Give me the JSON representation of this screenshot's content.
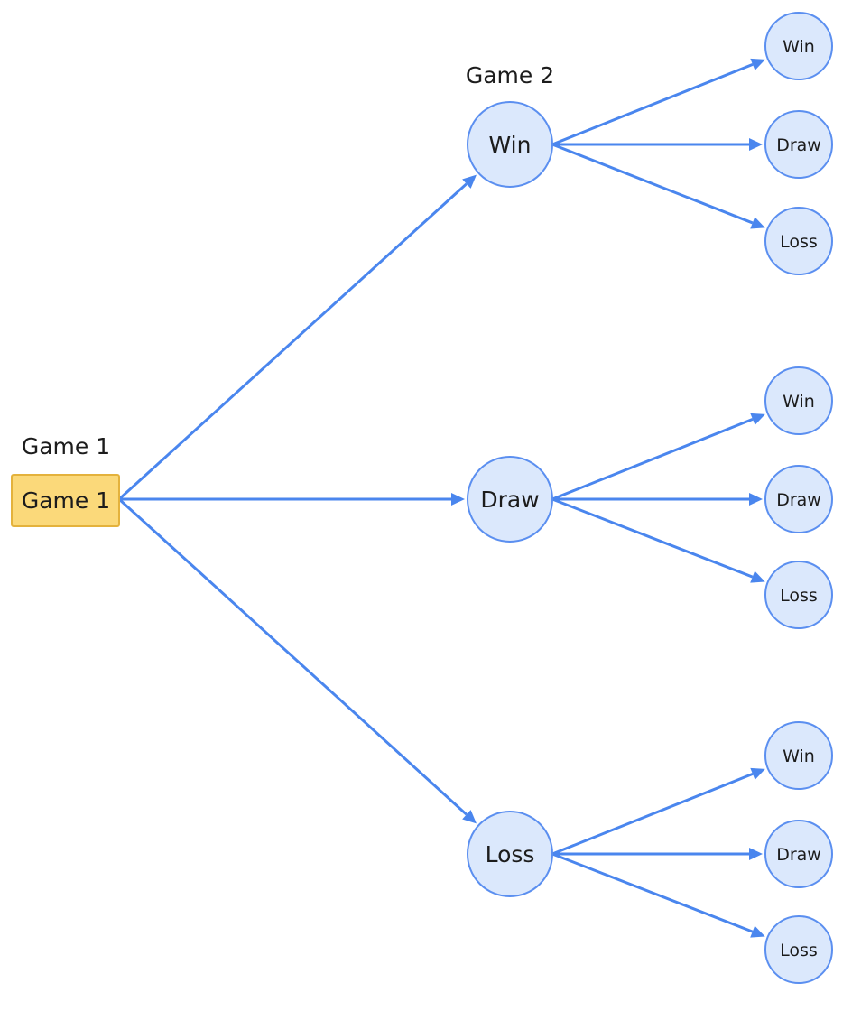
{
  "headers": {
    "game1": "Game 1",
    "game2": "Game 2"
  },
  "root": {
    "label": "Game 1"
  },
  "level1": [
    {
      "label": "Win"
    },
    {
      "label": "Draw"
    },
    {
      "label": "Loss"
    }
  ],
  "level2": [
    [
      {
        "label": "Win"
      },
      {
        "label": "Draw"
      },
      {
        "label": "Loss"
      }
    ],
    [
      {
        "label": "Win"
      },
      {
        "label": "Draw"
      },
      {
        "label": "Loss"
      }
    ],
    [
      {
        "label": "Win"
      },
      {
        "label": "Draw"
      },
      {
        "label": "Loss"
      }
    ]
  ],
  "colors": {
    "edge": "#4a86ee",
    "node_fill": "#dbe8fc",
    "node_stroke": "#5b8ff0",
    "root_fill": "#fbd97a",
    "root_stroke": "#e4b23c"
  }
}
